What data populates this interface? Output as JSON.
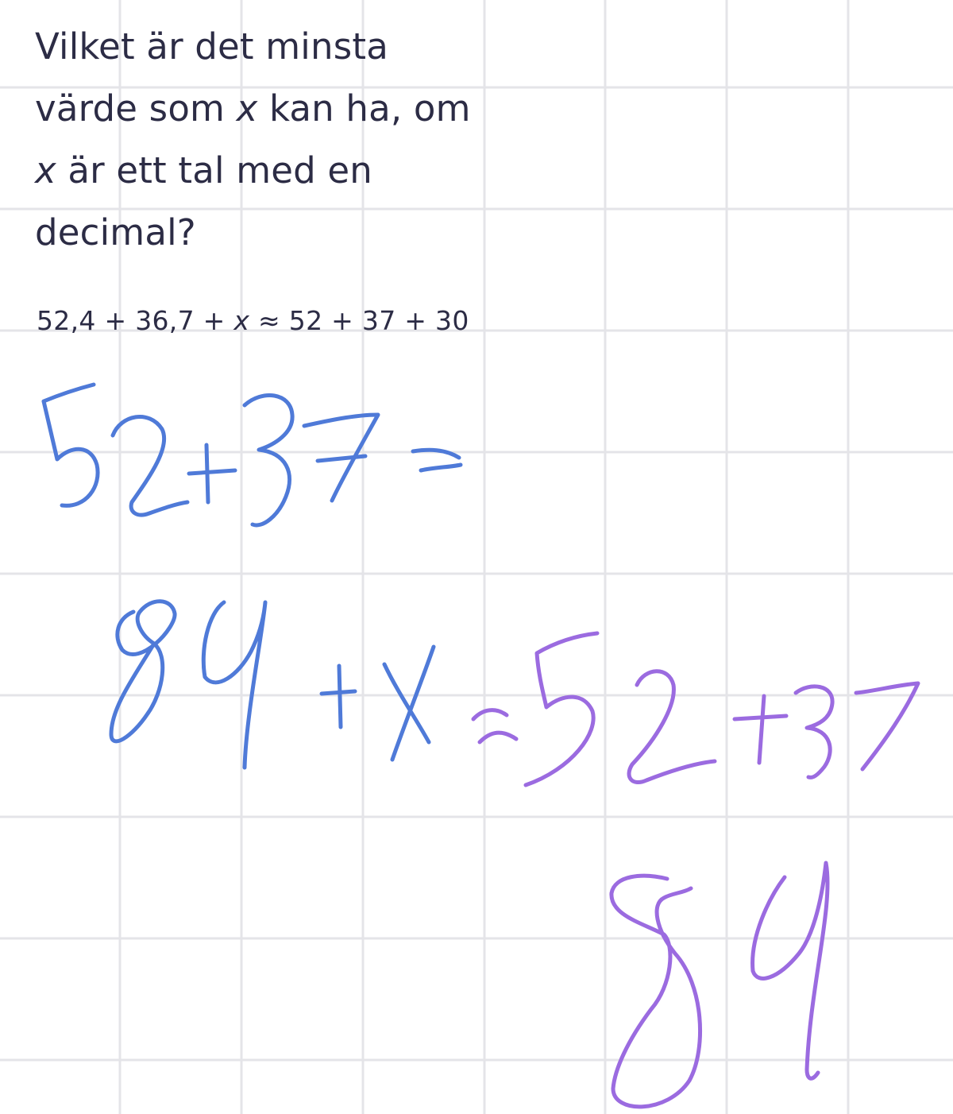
{
  "colors": {
    "text": "#2c2c45",
    "grid": "#e4e4e8",
    "ink_blue": "#4f7ad8",
    "ink_purple": "#9b6be0",
    "background": "#ffffff"
  },
  "question": {
    "line1": "Vilket är det minsta",
    "line2_pre": "värde som ",
    "line2_var": "x",
    "line2_post": " kan ha, om",
    "line3_var": "x",
    "line3_post": " är ett tal med en",
    "line4": "decimal?"
  },
  "expression": {
    "part1": "52,4 + 36,7 + ",
    "var": "x",
    "part2": " ≈ 52 + 37 + 30"
  },
  "handwriting": {
    "line1": "52+37=",
    "line2": "84 +X≈52+37",
    "line3": "84"
  }
}
